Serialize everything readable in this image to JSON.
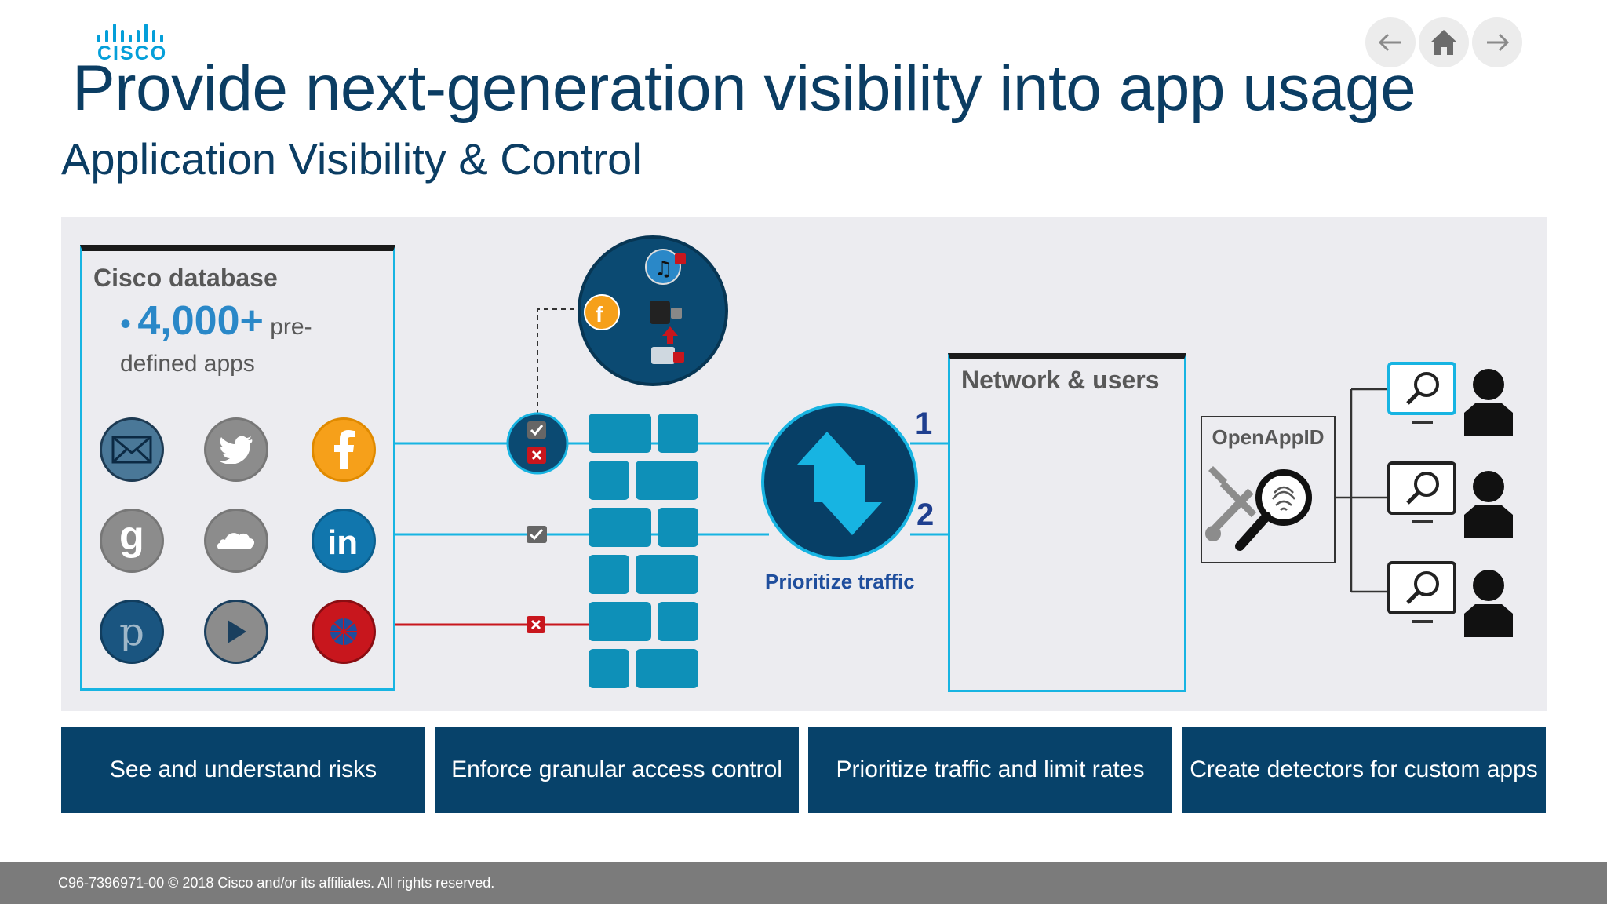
{
  "logo": {
    "text": "CISCO"
  },
  "nav": {
    "back_icon": "arrow-left-icon",
    "home_icon": "home-icon",
    "forward_icon": "arrow-right-icon"
  },
  "header": {
    "title": "Provide next-generation visibility into app usage",
    "subtitle": "Application Visibility & Control"
  },
  "database": {
    "title": "Cisco database",
    "count": "4,000+",
    "count_suffix": "pre-defined apps",
    "apps": [
      {
        "icon": "mail-icon",
        "color": "#4a7898"
      },
      {
        "icon": "twitter-icon",
        "color": "#8c8c8c"
      },
      {
        "icon": "facebook-icon",
        "color": "#f6a01a"
      },
      {
        "icon": "google-icon",
        "color": "#8c8c8c"
      },
      {
        "icon": "cloud-icon",
        "color": "#8c8c8c"
      },
      {
        "icon": "linkedin-icon",
        "color": "#1176ad"
      },
      {
        "icon": "pinterest-icon",
        "color": "#1a5580"
      },
      {
        "icon": "play-icon",
        "color": "#8c8c8c"
      },
      {
        "icon": "malware-icon",
        "color": "#c8161d"
      }
    ]
  },
  "flow": {
    "prioritize_label": "Prioritize traffic",
    "path_1": "1",
    "path_2": "2",
    "allow_color": "#17b4e2",
    "block_color": "#c8161d"
  },
  "network": {
    "title": "Network & users"
  },
  "openappid": {
    "title": "OpenAppID"
  },
  "features": [
    "See and understand risks",
    "Enforce granular access control",
    "Prioritize traffic and limit rates",
    "Create detectors for custom apps"
  ],
  "footer": {
    "text": "C96-7396971-00 © 2018 Cisco and/or its affiliates. All rights reserved."
  },
  "colors": {
    "brand_dark": "#0b3d63",
    "accent": "#17b4e2",
    "feature_bg": "#07426a"
  }
}
